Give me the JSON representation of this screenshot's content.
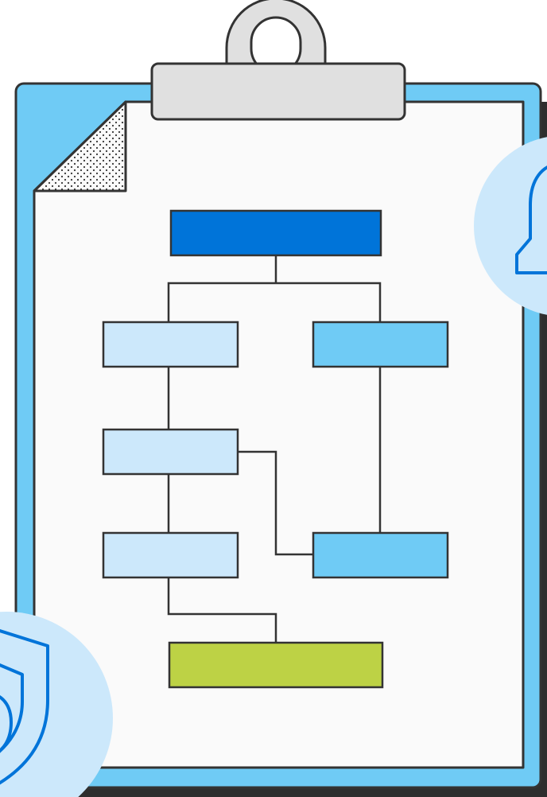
{
  "illustration": {
    "subject": "clipboard",
    "icons": [
      "bell-icon",
      "shield-icon"
    ],
    "flowchart": {
      "boxes": [
        {
          "id": "top",
          "fill": "#0074D9"
        },
        {
          "id": "left-1",
          "fill": "#CCE8FB"
        },
        {
          "id": "right-1",
          "fill": "#6FCBF5"
        },
        {
          "id": "left-2",
          "fill": "#CCE8FB"
        },
        {
          "id": "left-3",
          "fill": "#CCE8FB"
        },
        {
          "id": "right-2",
          "fill": "#6FCBF5"
        },
        {
          "id": "bottom",
          "fill": "#BDD245"
        }
      ]
    },
    "colors": {
      "outline": "#333333",
      "board": "#6FCBF5",
      "shadow": "#2E2E2E",
      "paper": "#FAFAFA",
      "clip": "#E0E0E0",
      "bubble": "#CCE8FB",
      "icon_stroke": "#0074D9"
    }
  }
}
